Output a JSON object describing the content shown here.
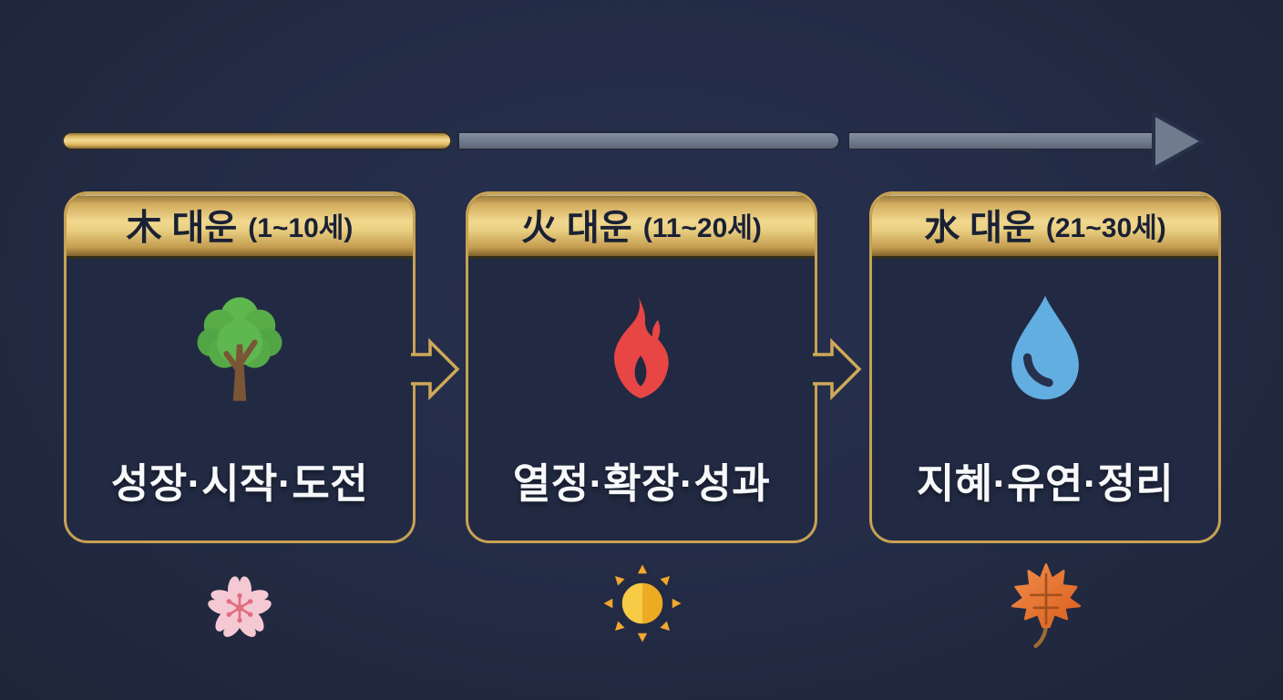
{
  "timeline": {
    "name": "age-progression-arrow",
    "segments": [
      "gold-completed",
      "gray-upcoming",
      "gray-upcoming"
    ],
    "gold_color": "#e7c472",
    "gray_color": "#717b8e"
  },
  "cards": [
    {
      "element": "木",
      "title": "木 대운",
      "age_range": "(1~10세)",
      "keywords": "성장·시작·도전",
      "icon": "tree-icon",
      "season_icon": "cherry-blossom-icon"
    },
    {
      "element": "火",
      "title": "火 대운",
      "age_range": "(11~20세)",
      "keywords": "열정·확장·성과",
      "icon": "flame-icon",
      "season_icon": "sun-icon"
    },
    {
      "element": "水",
      "title": "水 대운",
      "age_range": "(21~30세)",
      "keywords": "지혜·유연·정리",
      "icon": "water-drop-icon",
      "season_icon": "maple-leaf-icon"
    }
  ],
  "colors": {
    "background": "#222a43",
    "card_border_gold": "#c7a254",
    "header_text": "#1a2135",
    "keyword_text": "#f7f8fa",
    "tree_green": "#5db54d",
    "trunk_brown": "#7a5636",
    "flame_red": "#e84545",
    "water_blue": "#63aee1",
    "blossom_pink": "#f5c9d3",
    "sun_yellow": "#f6cb45",
    "maple_orange": "#e8753a"
  }
}
